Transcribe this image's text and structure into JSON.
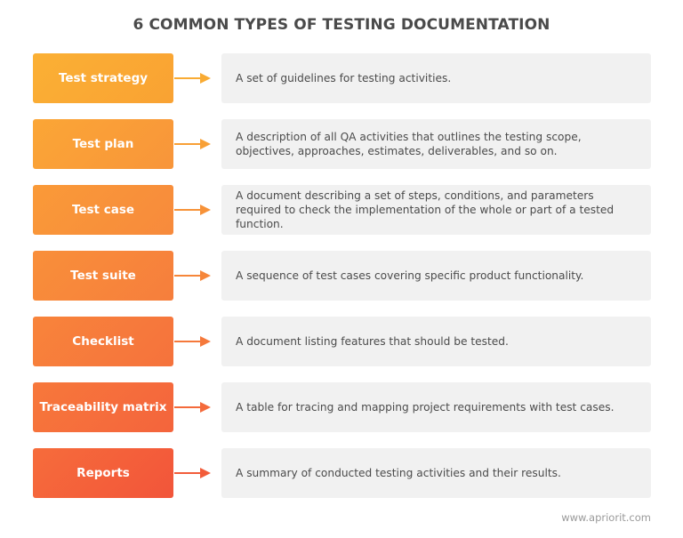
{
  "title": "6 COMMON TYPES OF TESTING DOCUMENTATION",
  "items": [
    {
      "term": "Test strategy",
      "description": "A set of guidelines for testing activities.",
      "color_from": "#fbb034",
      "color_to": "#f9a233"
    },
    {
      "term": "Test plan",
      "description": "A description of all QA activities that outlines the testing scope, objectives, approaches, estimates, deliverables, and so on.",
      "color_from": "#fba636",
      "color_to": "#f8953a"
    },
    {
      "term": "Test case",
      "description": "A document describing a set of steps, conditions, and parameters required to check the implementation of the whole or part of a tested function.",
      "color_from": "#fa9a38",
      "color_to": "#f78a3c"
    },
    {
      "term": "Test suite",
      "description": "A sequence of test cases covering specific product functionality.",
      "color_from": "#f98f3a",
      "color_to": "#f67e3c"
    },
    {
      "term": "Checklist",
      "description": "A document listing features that should be tested.",
      "color_from": "#f8843b",
      "color_to": "#f5723c"
    },
    {
      "term": "Traceability matrix",
      "description": "A table for tracing and mapping project requirements with test cases.",
      "color_from": "#f7783b",
      "color_to": "#f4643c"
    },
    {
      "term": "Reports",
      "description": "A summary of conducted testing activities and their results.",
      "color_from": "#f66c3b",
      "color_to": "#f2553a"
    }
  ],
  "arrow_colors": [
    "#f9ab33",
    "#f8a036",
    "#f79238",
    "#f6863a",
    "#f5793b",
    "#f46a3b",
    "#f25c3a"
  ],
  "footer": "www.apriorit.com"
}
